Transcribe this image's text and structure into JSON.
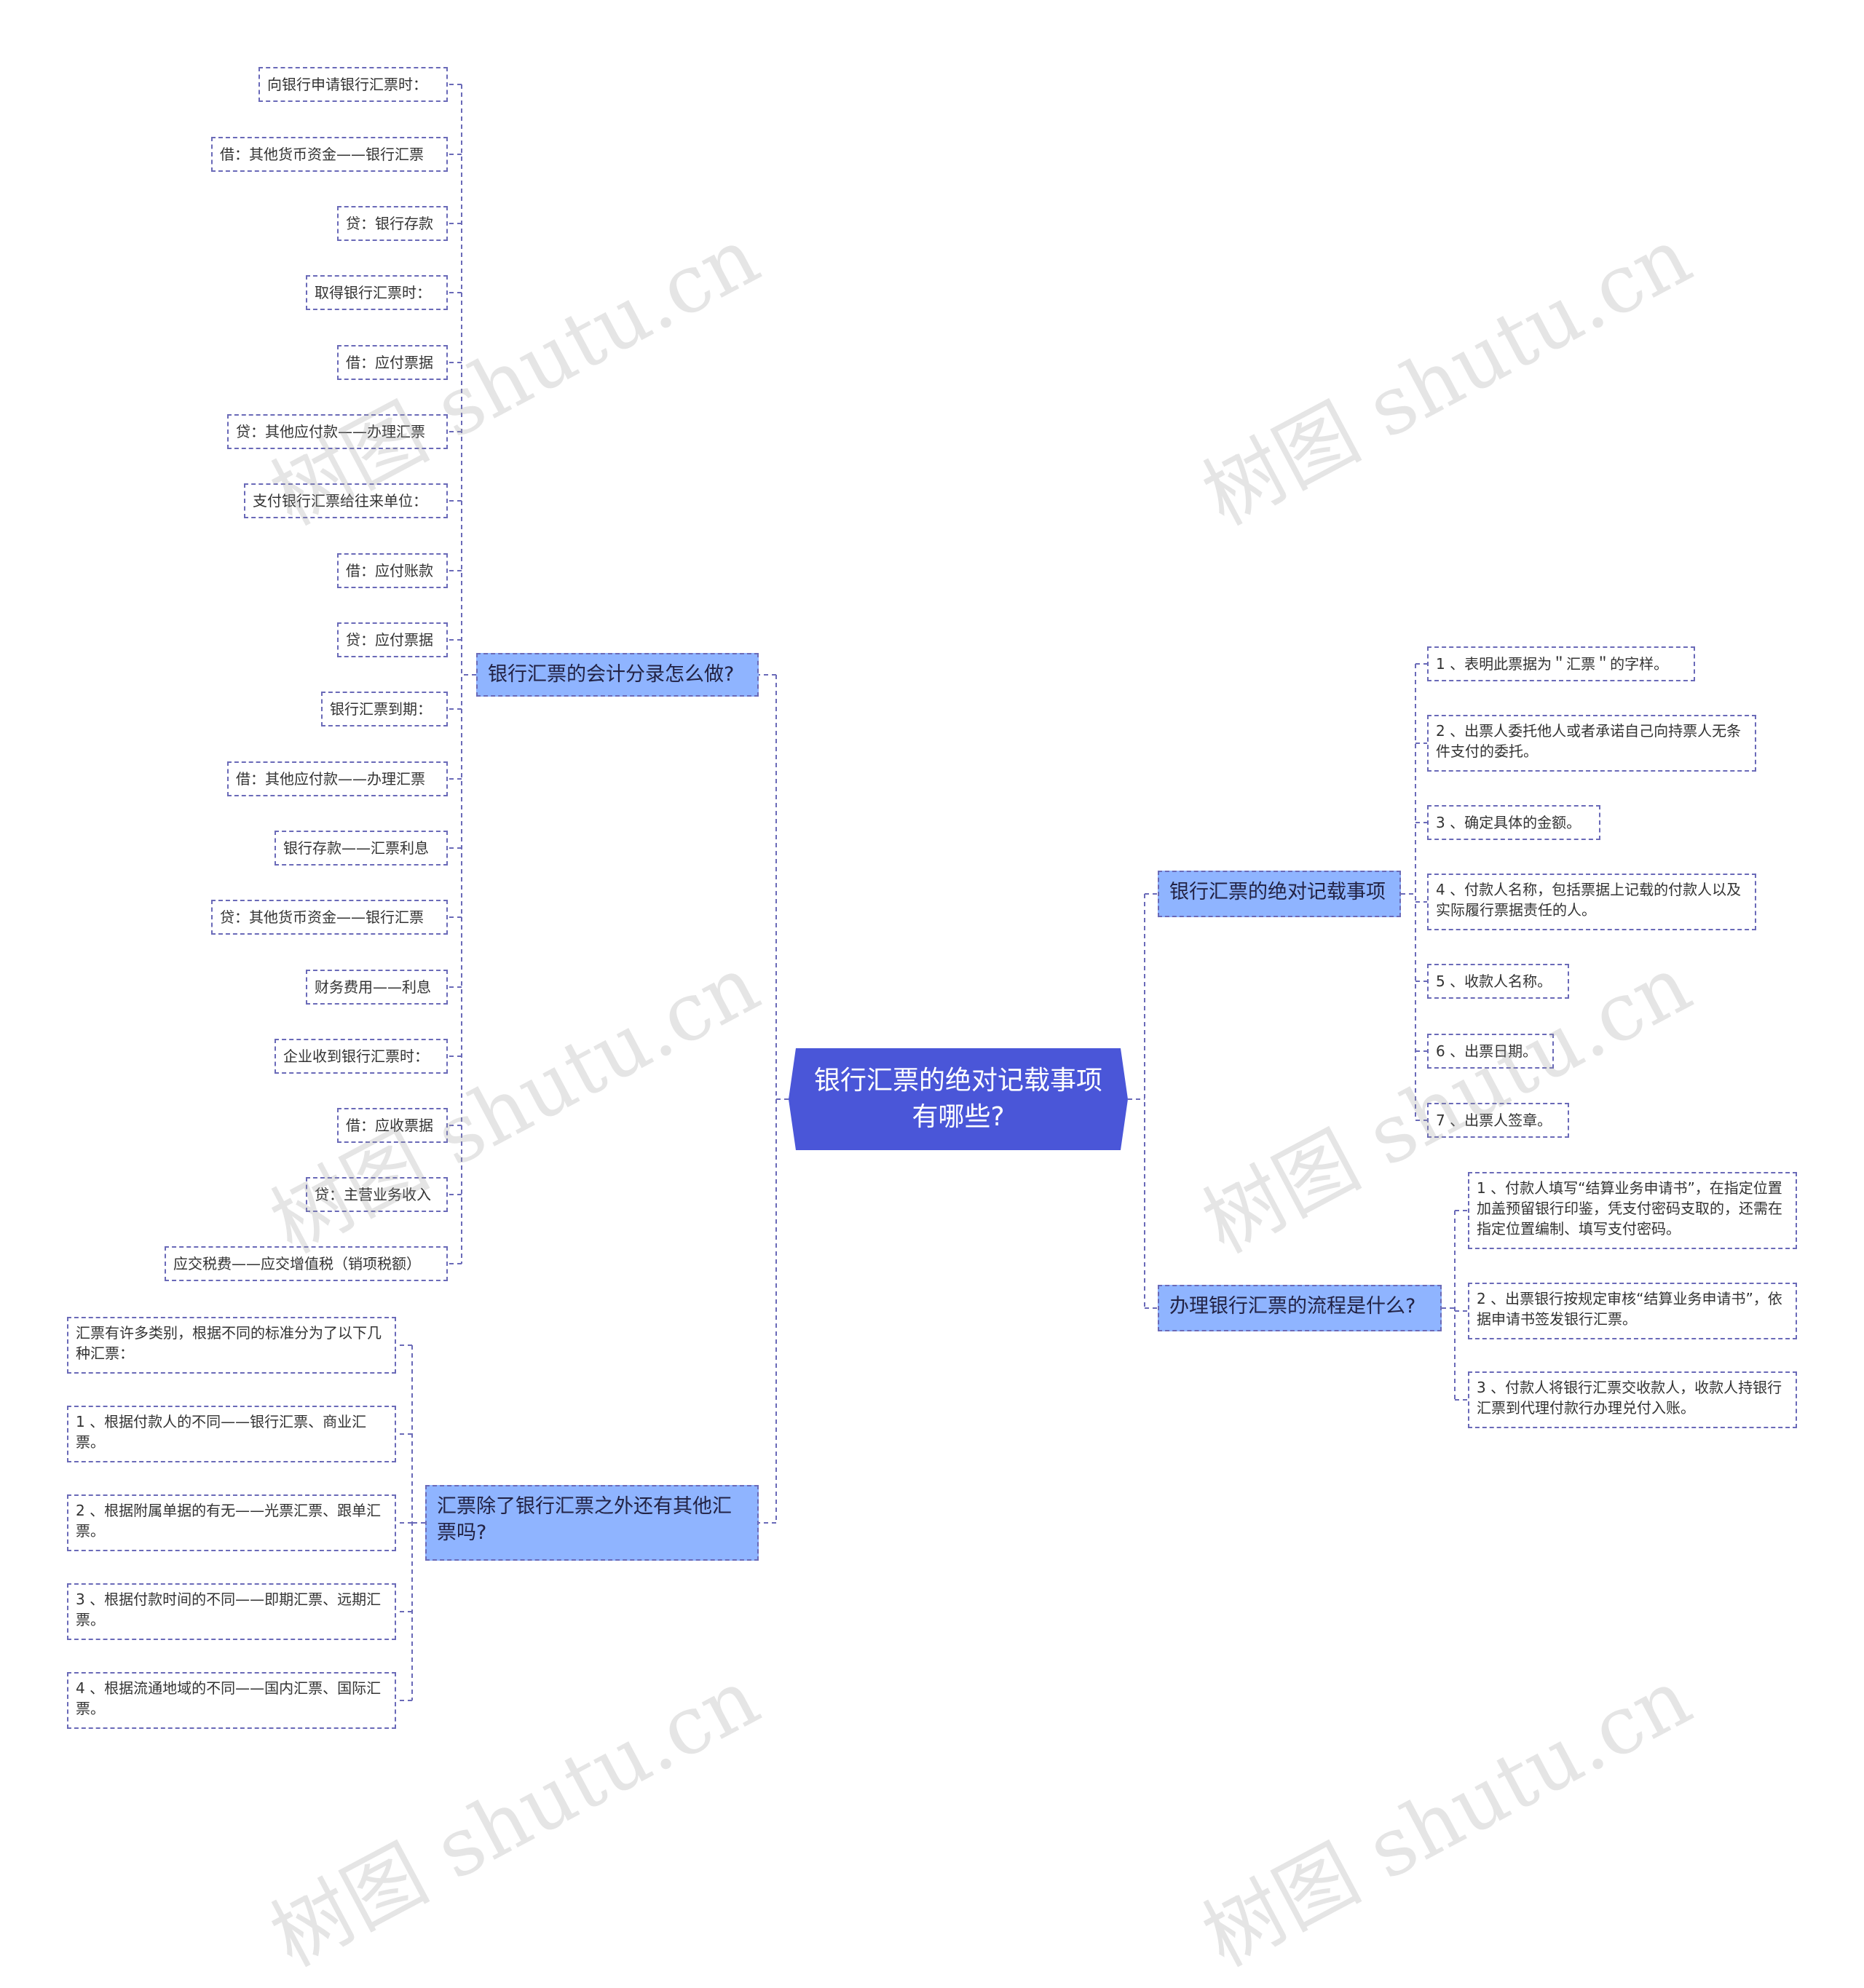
{
  "root": {
    "title": "银行汇票的绝对记载事项有哪些?"
  },
  "branches": {
    "accounting": {
      "title": "银行汇票的会计分录怎么做?",
      "items": [
        "向银行申请银行汇票时：",
        "借：其他货币资金——银行汇票",
        "贷：银行存款",
        "取得银行汇票时：",
        "借：应付票据",
        "贷：其他应付款——办理汇票",
        "支付银行汇票给往来单位：",
        "借：应付账款",
        "贷：应付票据",
        "银行汇票到期：",
        "借：其他应付款——办理汇票",
        "银行存款——汇票利息",
        "贷：其他货币资金——银行汇票",
        "财务费用——利息",
        "企业收到银行汇票时：",
        "借：应收票据",
        "贷：主营业务收入",
        "应交税费——应交增值税（销项税额）"
      ]
    },
    "other_types": {
      "title": "汇票除了银行汇票之外还有其他汇票吗?",
      "items": [
        "汇票有许多类别，根据不同的标准分为了以下几种汇票：",
        "1 、根据付款人的不同——银行汇票、商业汇票。",
        "2 、根据附属单据的有无——光票汇票、跟单汇票。",
        "3 、根据付款时间的不同——即期汇票、远期汇票。",
        "4 、根据流通地域的不同——国内汇票、国际汇票。"
      ]
    },
    "absolute_items": {
      "title": "银行汇票的绝对记载事项",
      "items": [
        "1 、表明此票据为＂汇票＂的字样。",
        "2 、出票人委托他人或者承诺自己向持票人无条件支付的委托。",
        "3 、确定具体的金额。",
        "4 、付款人名称，包括票据上记载的付款人以及实际履行票据责任的人。",
        "5 、收款人名称。",
        "6 、出票日期。",
        "7 、出票人签章。"
      ]
    },
    "process": {
      "title": "办理银行汇票的流程是什么?",
      "items": [
        "1 、付款人填写“结算业务申请书”，在指定位置加盖预留银行印鉴，凭支付密码支取的，还需在指定位置编制、填写支付密码。",
        "2 、出票银行按规定审核“结算业务申请书”，依据申请书签发银行汇票。",
        "3 、付款人将银行汇票交收款人，收款人持银行汇票到代理付款行办理兑付入账。"
      ]
    }
  },
  "watermark": "树图 shutu.cn",
  "colors": {
    "root": "#4a56d8",
    "branch": "#8fb4ff",
    "border": "#6a6ab8"
  }
}
